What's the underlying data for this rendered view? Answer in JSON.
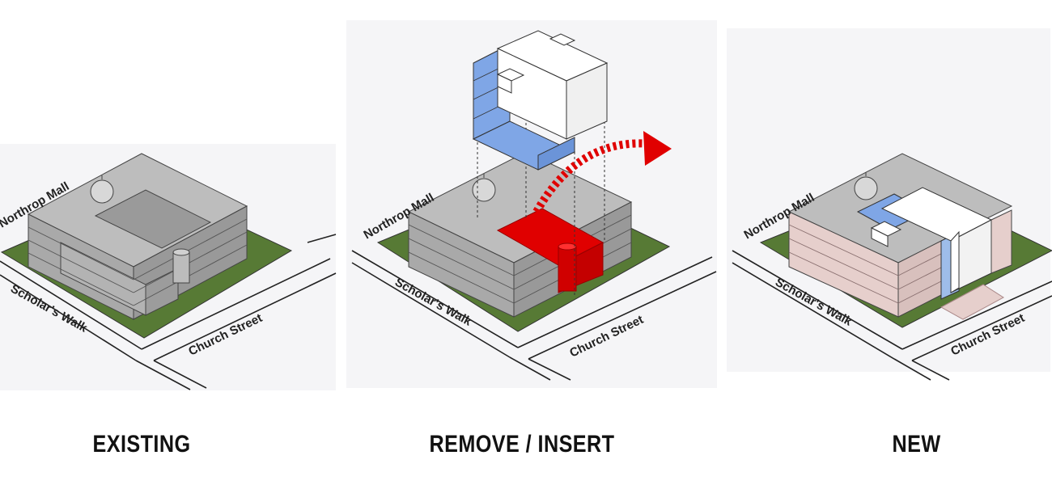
{
  "panels": [
    {
      "id": "existing",
      "caption": "EXISTING",
      "streets": {
        "north": "Northrop Mall",
        "west": "Scholar's Walk",
        "east": "Church Street"
      }
    },
    {
      "id": "remove-insert",
      "caption": "REMOVE / INSERT",
      "streets": {
        "north": "Northrop Mall",
        "west": "Scholar's Walk",
        "east": "Church Street"
      }
    },
    {
      "id": "new",
      "caption": "NEW",
      "streets": {
        "north": "Northrop Mall",
        "west": "Scholar's Walk",
        "east": "Church Street"
      }
    }
  ],
  "colors": {
    "lawn": "#577a35",
    "building_gray": "#a9a9a9",
    "building_top": "#bdbdbd",
    "removed": "#e00000",
    "arrow": "#e00000",
    "insert_glass": "#7fa6e6",
    "insert_white": "#ffffff",
    "new_facade": "#e6cfcc"
  }
}
